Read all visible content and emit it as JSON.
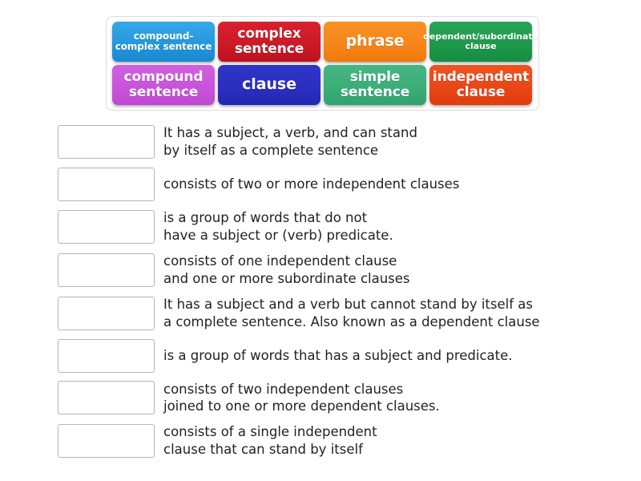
{
  "activity": {
    "type": "match-up drag-and-drop worksheet",
    "topic": "Sentence and clause types"
  },
  "tile_bank": {
    "name": "word-tile-bank",
    "rows": [
      [
        {
          "label": "compound-complex\nsentence",
          "color": "#2597dd",
          "color_name": "sky",
          "size": "sm"
        },
        {
          "label": "complex\nsentence",
          "color": "#cc1a28",
          "color_name": "crimson",
          "size": "md"
        },
        {
          "label": "phrase",
          "color": "#f6861a",
          "color_name": "orange",
          "size": "lg"
        },
        {
          "label": "dependent/subordinate\nclause",
          "color": "#1f9a4c",
          "color_name": "forest",
          "size": "xs"
        }
      ],
      [
        {
          "label": "compound\nsentence",
          "color": "#c954db",
          "color_name": "orchid",
          "size": "md"
        },
        {
          "label": "clause",
          "color": "#2a2fc0",
          "color_name": "indigo",
          "size": "lg"
        },
        {
          "label": "simple\nsentence",
          "color": "#3cae79",
          "color_name": "seagrn",
          "size": "md"
        },
        {
          "label": "independent\nclause",
          "color": "#ea4717",
          "color_name": "tomato",
          "size": "md"
        }
      ]
    ]
  },
  "answers": [
    {
      "placeholder": "",
      "definition": "It has a subject, a verb, and can stand\nby itself as a complete sentence"
    },
    {
      "placeholder": "",
      "definition": "consists of two or more independent clauses"
    },
    {
      "placeholder": "",
      "definition": "is a group of words that do not\nhave a subject or (verb) predicate."
    },
    {
      "placeholder": "",
      "definition": "consists of one independent clause\nand one or more subordinate clauses"
    },
    {
      "placeholder": "",
      "definition": "It has a subject and a verb but cannot stand by itself as\na complete sentence. Also known as a dependent clause"
    },
    {
      "placeholder": "",
      "definition": "is a group of words that has a subject and predicate."
    },
    {
      "placeholder": "",
      "definition": "consists of two independent clauses\njoined to one or more dependent clauses."
    },
    {
      "placeholder": "",
      "definition": "consists of a single independent\nclause that can stand by itself"
    }
  ]
}
